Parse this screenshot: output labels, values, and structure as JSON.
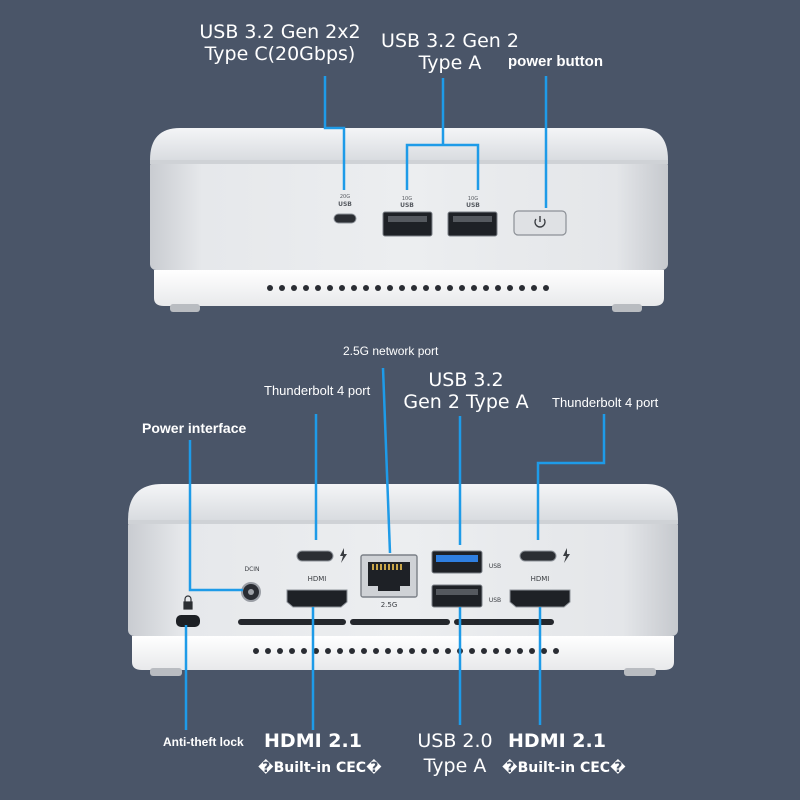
{
  "front": {
    "usb_c_line1": "USB 3.2 Gen 2x2",
    "usb_c_line2": "Type C(20Gbps)",
    "usb_a_line1": "USB 3.2 Gen 2",
    "usb_a_line2": "Type A",
    "power_button": "power button",
    "port_text_usbc_top": "20G",
    "port_text_usbc_bottom": "USB",
    "port_text_usba1_top": "10G",
    "port_text_usba1_bottom": "USB",
    "port_text_usba2_top": "10G",
    "port_text_usba2_bottom": "USB"
  },
  "rear": {
    "network_port": "2.5G network port",
    "thunderbolt_left": "Thunderbolt 4 port",
    "usb32_line1": "USB 3.2",
    "usb32_line2": "Gen 2 Type A",
    "thunderbolt_right": "Thunderbolt 4 port",
    "power_interface": "Power interface",
    "anti_theft": "Anti-theft lock",
    "hdmi_left_line1": "HDMI 2.1",
    "hdmi_left_line2": "�Built-in CEC�",
    "usb20_line1": "USB 2.0",
    "usb20_line2": "Type A",
    "hdmi_right_line1": "HDMI 2.1",
    "hdmi_right_line2": "�Built-in CEC�",
    "port_text_dcin": "DCIN",
    "port_text_hdmi_left": "HDMI",
    "port_text_hdmi_right": "HDMI",
    "port_text_25g": "2.5G",
    "port_text_usb_blue": "USB",
    "port_text_usb_black": "USB"
  },
  "colors": {
    "background": "#4a5568",
    "callout_line": "#1e9be8",
    "label_text": "#ffffff"
  }
}
